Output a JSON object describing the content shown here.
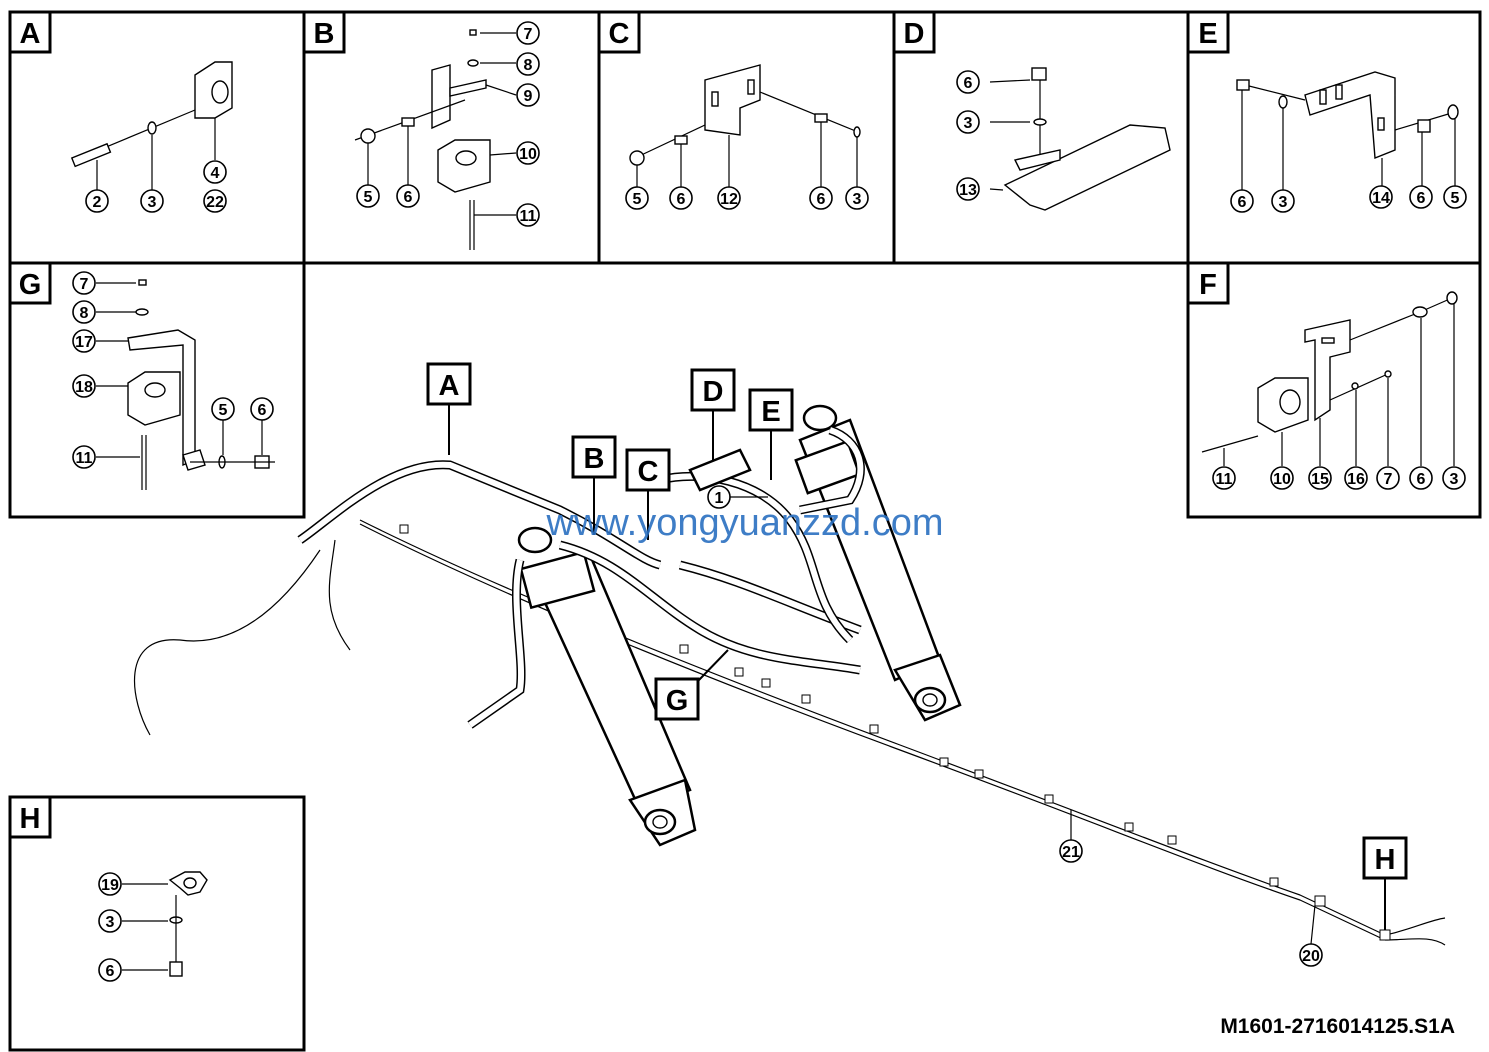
{
  "panels": [
    {
      "id": "A",
      "letter": "A",
      "callouts": [
        "2",
        "3",
        "4",
        "22"
      ]
    },
    {
      "id": "B",
      "letter": "B",
      "callouts": [
        "7",
        "8",
        "9",
        "10",
        "11",
        "5",
        "6"
      ]
    },
    {
      "id": "C",
      "letter": "C",
      "callouts": [
        "5",
        "6",
        "12",
        "6",
        "3"
      ]
    },
    {
      "id": "D",
      "letter": "D",
      "callouts": [
        "6",
        "3",
        "13"
      ]
    },
    {
      "id": "E",
      "letter": "E",
      "callouts": [
        "6",
        "3",
        "14",
        "6",
        "5"
      ]
    },
    {
      "id": "G",
      "letter": "G",
      "callouts": [
        "7",
        "8",
        "17",
        "18",
        "11",
        "5",
        "6"
      ]
    },
    {
      "id": "F",
      "letter": "F",
      "callouts": [
        "11",
        "10",
        "15",
        "16",
        "7",
        "6",
        "3"
      ]
    },
    {
      "id": "H",
      "letter": "H",
      "callouts": [
        "19",
        "3",
        "6"
      ]
    }
  ],
  "main_flags": [
    "A",
    "B",
    "C",
    "D",
    "E",
    "G",
    "H"
  ],
  "main_callouts": [
    "1",
    "21",
    "20"
  ],
  "watermark": "www.yongyuanzzd.com",
  "drawing_number": "M1601-2716014125.S1A"
}
